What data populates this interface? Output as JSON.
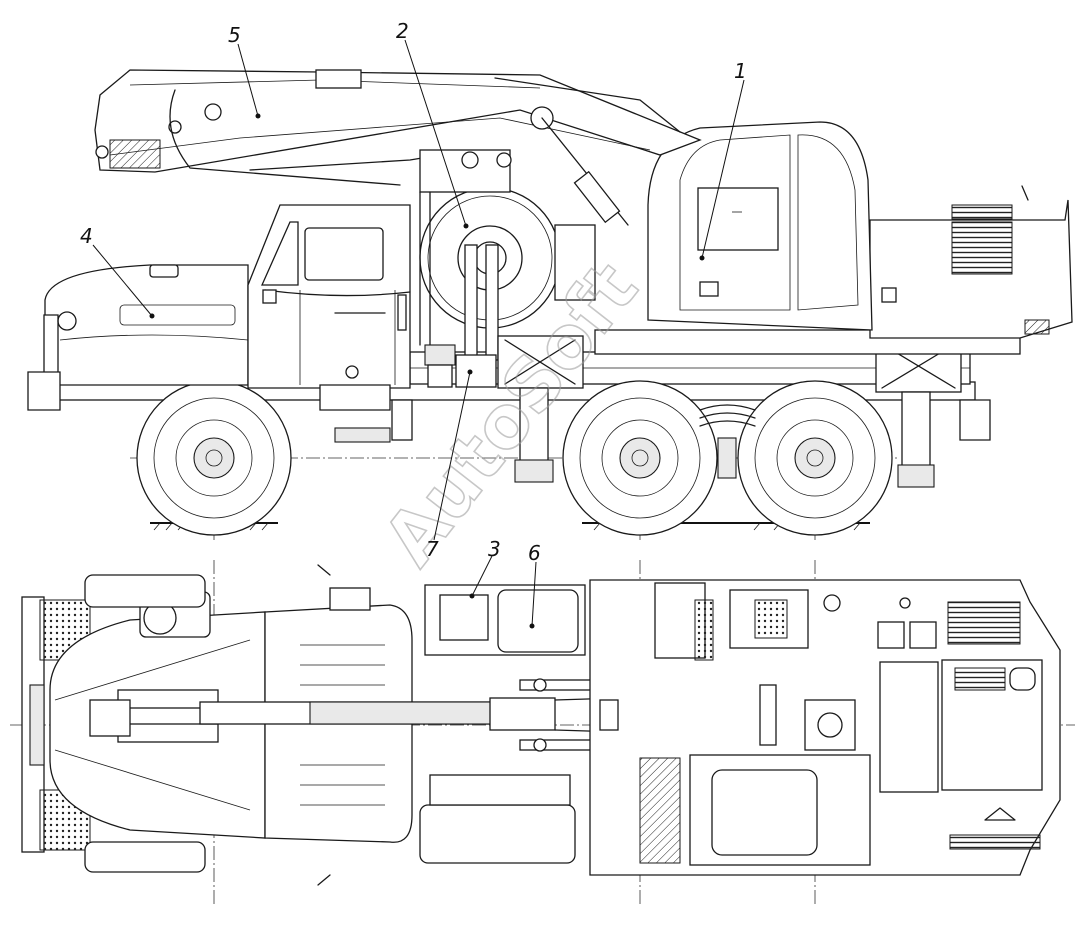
{
  "figure": {
    "callouts": [
      {
        "id": "c1",
        "number": "1"
      },
      {
        "id": "c2",
        "number": "2"
      },
      {
        "id": "c3",
        "number": "3"
      },
      {
        "id": "c4",
        "number": "4"
      },
      {
        "id": "c5",
        "number": "5"
      },
      {
        "id": "c6",
        "number": "6"
      },
      {
        "id": "c7",
        "number": "7"
      }
    ],
    "watermark": "AutoSoft"
  }
}
